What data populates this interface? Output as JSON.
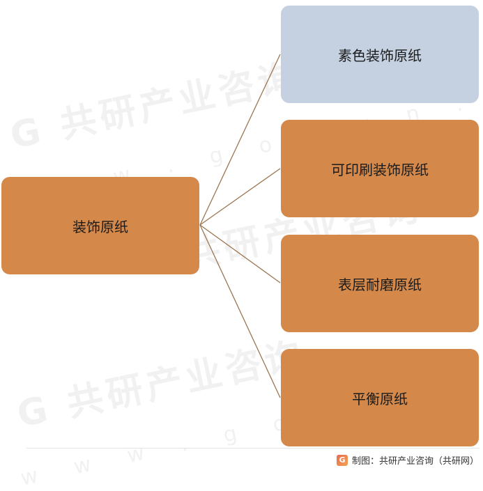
{
  "root": {
    "label": "装饰原纸",
    "color": "#d4894b"
  },
  "children": [
    {
      "label": "素色装饰原纸",
      "color": "#c5d0e1"
    },
    {
      "label": "可印刷装饰原纸",
      "color": "#d4894b"
    },
    {
      "label": "表层耐磨原纸",
      "color": "#d4894b"
    },
    {
      "label": "平衡原纸",
      "color": "#d4894b"
    }
  ],
  "connector_color": "#9b7650",
  "source": "制图：共研产业咨询（共研网）",
  "watermark": {
    "brand": "共研产业咨询",
    "url": "w w w . g o n y n . c o m"
  }
}
